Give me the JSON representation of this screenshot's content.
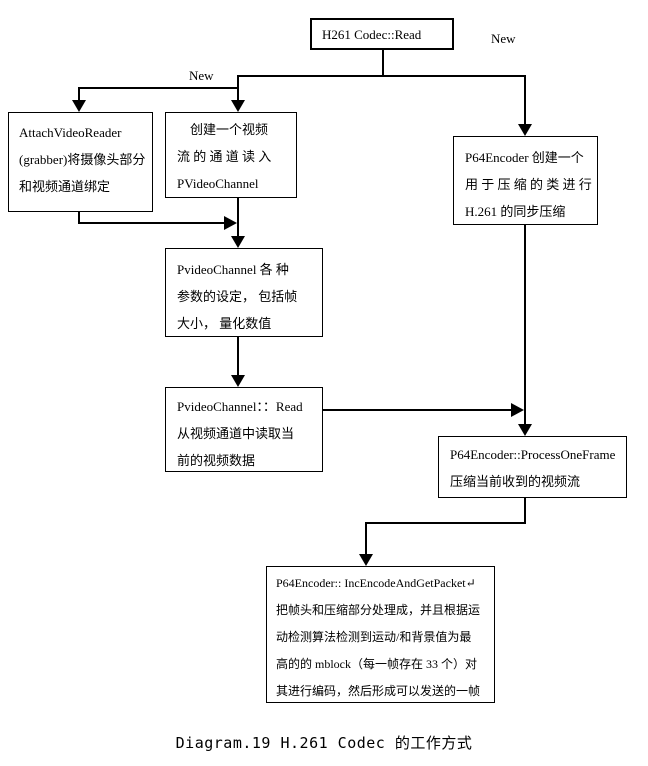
{
  "colors": {
    "background": "#ffffff",
    "line": "#000000",
    "text": "#000000"
  },
  "diagram": {
    "top_box": {
      "lines": [
        "H261 Codec::Read"
      ]
    },
    "new_label_left": "New",
    "new_label_right": "New",
    "attach_reader_box": {
      "lines": [
        "AttachVideoReader",
        "(grabber)将摄像头部分",
        "和视频通道绑定"
      ]
    },
    "create_channel_box": {
      "lines": [
        "创建一个视频",
        "流 的 通 道 读 入",
        "PVideoChannel"
      ]
    },
    "p64_create_box": {
      "lines": [
        "P64Encoder 创建一个",
        "用 于 压 缩 的 类 进 行",
        "H.261 的同步压缩"
      ]
    },
    "channel_params_box": {
      "lines": [
        "PvideoChannel 各 种",
        "参数的设定， 包括帧",
        "大小， 量化数值"
      ]
    },
    "channel_read_box": {
      "lines": [
        "PvideoChannel：：Read",
        "从视频通道中读取当",
        "前的视频数据"
      ]
    },
    "process_frame_box": {
      "lines": [
        "P64Encoder::ProcessOneFrame",
        "压缩当前收到的视频流"
      ]
    },
    "encode_packet_box": {
      "lines": [
        "P64Encoder:: IncEncodeAndGetPacket↵",
        "把帧头和压缩部分处理成，并且根据运",
        "动检测算法检测到运动/和背景值为最",
        "高的的 mblock（每一帧存在 33 个）对",
        "其进行编码，然后形成可以发送的一帧"
      ]
    },
    "caption": "Diagram.19 H.261 Codec 的工作方式"
  }
}
